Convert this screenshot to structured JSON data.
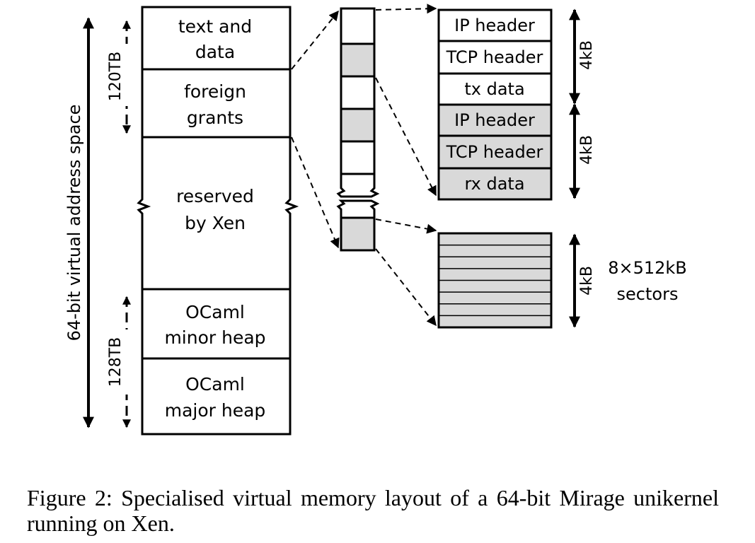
{
  "axis": {
    "address_space_label": "64-bit virtual address space",
    "upper_size_label": "120TB",
    "lower_size_label": "128TB"
  },
  "regions": {
    "text_data": [
      "text and",
      "data"
    ],
    "foreign_grants": [
      "foreign",
      "grants"
    ],
    "reserved": [
      "reserved",
      "by Xen"
    ],
    "minor_heap": [
      "OCaml",
      "minor heap"
    ],
    "major_heap": [
      "OCaml",
      "major heap"
    ]
  },
  "pages": {
    "ip_header_tx": "IP header",
    "tcp_header_tx": "TCP header",
    "tx_data": "tx data",
    "ip_header_rx": "IP header",
    "tcp_header_rx": "TCP header",
    "rx_data": "rx data",
    "page_size_tx": "4kB",
    "page_size_rx": "4kB",
    "page_size_block": "4kB",
    "sectors_label": [
      "8×512kB",
      "sectors"
    ]
  },
  "colors": {
    "shaded": "#d9d9d9",
    "stroke": "#000000"
  },
  "caption": "Figure 2: Specialised virtual memory layout of a 64-bit Mirage unikernel running on Xen."
}
